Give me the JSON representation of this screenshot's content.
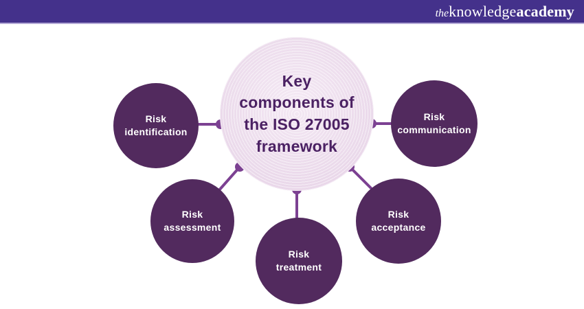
{
  "header": {
    "logo": {
      "part1": "the",
      "part2": "knowledge",
      "part3": "academy"
    }
  },
  "diagram": {
    "title": "Key components of the ISO 27005 framework",
    "title_lines": [
      "Key",
      "components of",
      "the ISO 27005",
      "framework"
    ],
    "nodes": [
      {
        "id": "risk-identification",
        "label": "Risk identification",
        "lines": [
          "Risk",
          "identification"
        ]
      },
      {
        "id": "risk-communication",
        "label": "Risk communication",
        "lines": [
          "Risk",
          "communication"
        ]
      },
      {
        "id": "risk-assessment",
        "label": "Risk assessment",
        "lines": [
          "Risk",
          "assessment"
        ]
      },
      {
        "id": "risk-treatment",
        "label": "Risk treatment",
        "lines": [
          "Risk",
          "treatment"
        ]
      },
      {
        "id": "risk-acceptance",
        "label": "Risk acceptance",
        "lines": [
          "Risk",
          "acceptance"
        ]
      }
    ],
    "colors": {
      "header_bar": "#44318b",
      "header_underline": "#b3a8d5",
      "node_fill": "#522a5e",
      "node_text": "#ffffff",
      "center_fill": "#ecdcec",
      "center_text": "#4b2163",
      "connector": "#7c4192",
      "background": "#ffffff"
    }
  }
}
